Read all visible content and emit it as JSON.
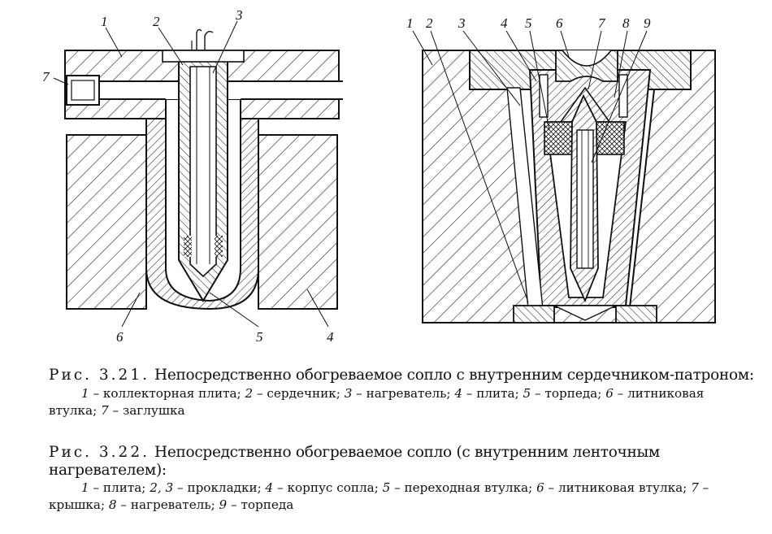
{
  "figure_left": {
    "labels": [
      "1",
      "2",
      "3",
      "7",
      "6",
      "5",
      "4"
    ]
  },
  "figure_right": {
    "labels": [
      "1",
      "2",
      "3",
      "4",
      "5",
      "6",
      "7",
      "8",
      "9"
    ]
  },
  "caption1": {
    "prefix": "Рис. 3.21.",
    "title": "Непосредственно обогреваемое сопло с внутренним сердечником-патроном:",
    "legend": [
      {
        "n": "1",
        "t": " – коллекторная плита; "
      },
      {
        "n": "2",
        "t": " – сердечник; "
      },
      {
        "n": "3",
        "t": " – нагреватель; "
      },
      {
        "n": "4",
        "t": " – плита; "
      },
      {
        "n": "5",
        "t": " – торпеда; "
      },
      {
        "n": "6",
        "t": " – литниковая втулка; "
      },
      {
        "n": "7",
        "t": " – заглушка"
      }
    ]
  },
  "caption2": {
    "prefix": "Рис. 3.22.",
    "title": "Непосредственно обогреваемое сопло (с внутренним ленточным нагревателем):",
    "legend": [
      {
        "n": "1",
        "t": " – плита; "
      },
      {
        "n": "2, 3",
        "t": " – прокладки; "
      },
      {
        "n": "4",
        "t": " – корпус сопла; "
      },
      {
        "n": "5",
        "t": " – переходная втулка; "
      },
      {
        "n": "6",
        "t": " – литниковая втулка; "
      },
      {
        "n": "7",
        "t": " – крышка; "
      },
      {
        "n": "8",
        "t": " – нагреватель; "
      },
      {
        "n": "9",
        "t": " – торпеда"
      }
    ]
  }
}
